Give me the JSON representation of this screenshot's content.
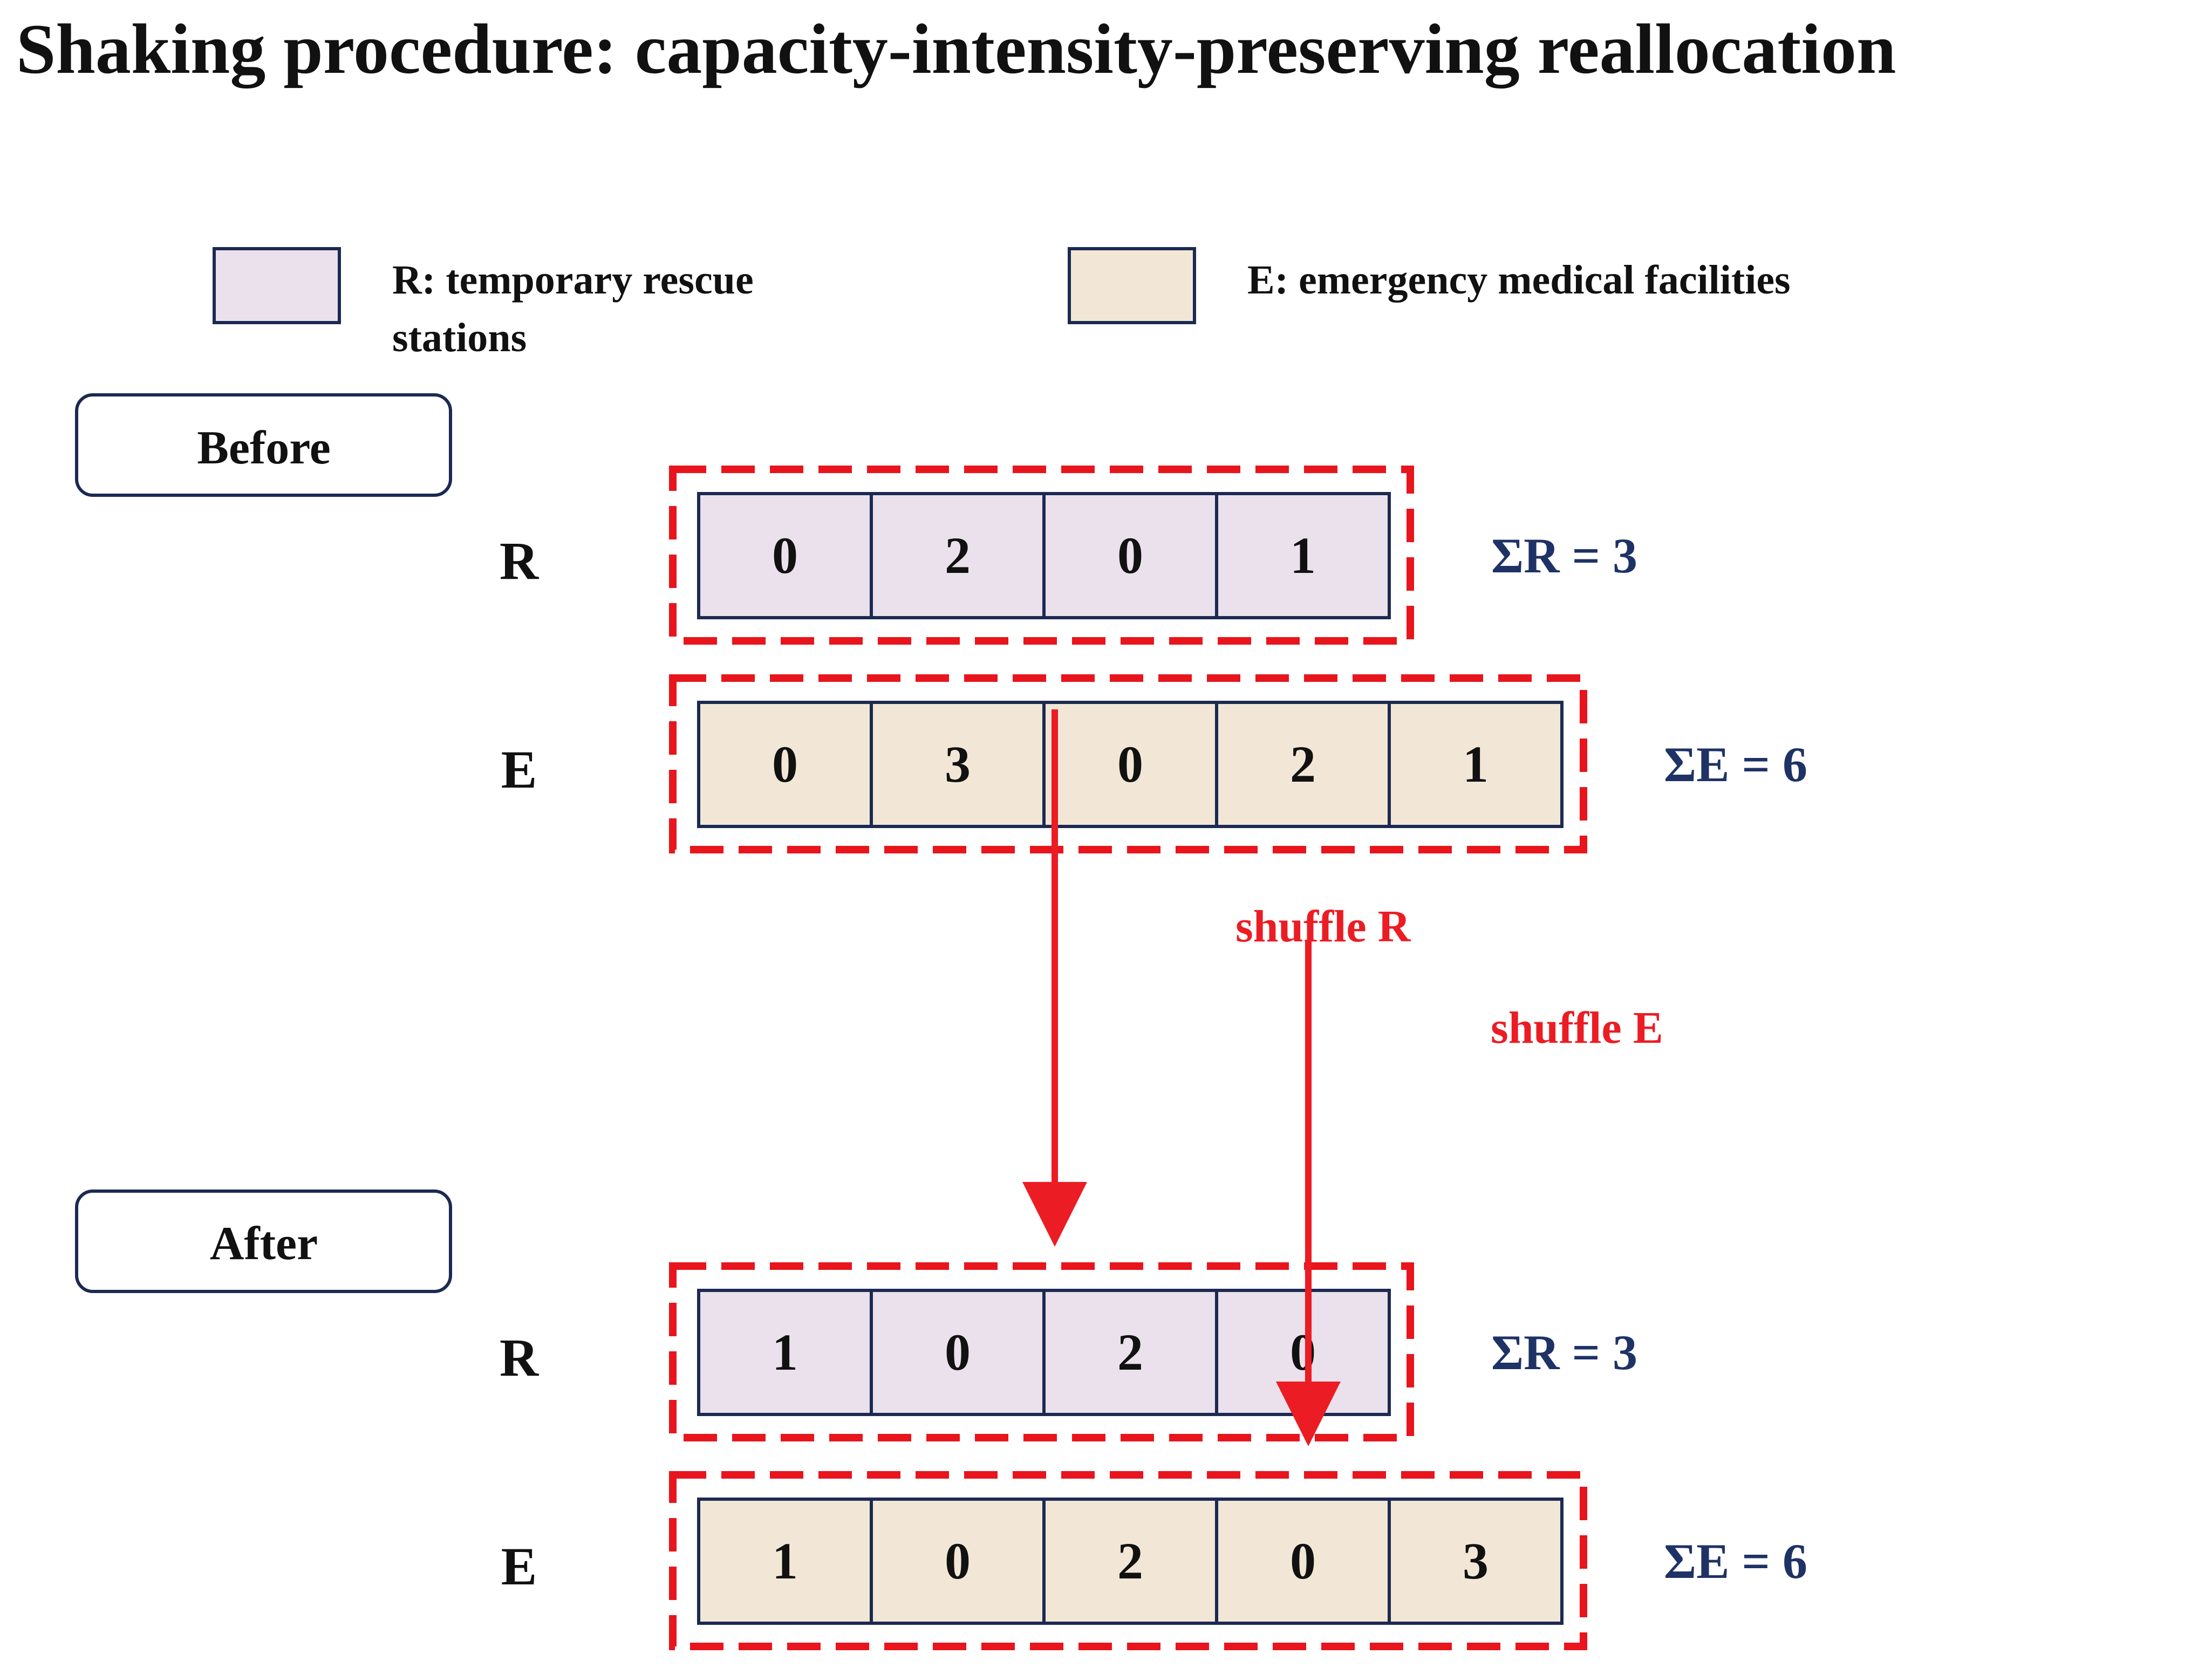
{
  "title": "Shaking procedure: capacity-intensity-preserving reallocation",
  "legend": [
    {
      "key": "R",
      "label_lines": [
        "R: temporary rescue",
        "stations"
      ],
      "color": "#ebe1ec"
    },
    {
      "key": "E",
      "label_lines": [
        "E: emergency medical facilities"
      ],
      "color": "#f2e7d6"
    }
  ],
  "stages": [
    {
      "id": "before",
      "label": "Before",
      "rows": [
        {
          "name": "R",
          "values": [
            0,
            2,
            0,
            1
          ],
          "sum_label": "ΣR = 3"
        },
        {
          "name": "E",
          "values": [
            0,
            3,
            0,
            2,
            1
          ],
          "sum_label": "ΣE = 6"
        }
      ]
    },
    {
      "id": "after",
      "label": "After",
      "rows": [
        {
          "name": "R",
          "values": [
            1,
            0,
            2,
            0
          ],
          "sum_label": "ΣR = 3"
        },
        {
          "name": "E",
          "values": [
            1,
            0,
            2,
            0,
            3
          ],
          "sum_label": "ΣE = 6"
        }
      ]
    }
  ],
  "arrows": [
    {
      "id": "shuffle-r",
      "label": "shuffle R"
    },
    {
      "id": "shuffle-e",
      "label": "shuffle E"
    }
  ],
  "colors": {
    "cell_border": "#1b2a52",
    "dash_red": "#e8151d",
    "arrow_red": "#ec1c24",
    "sum_text": "#1e3266",
    "text": "#111111",
    "r_fill": "#ebe1ec",
    "e_fill": "#f2e7d6"
  }
}
